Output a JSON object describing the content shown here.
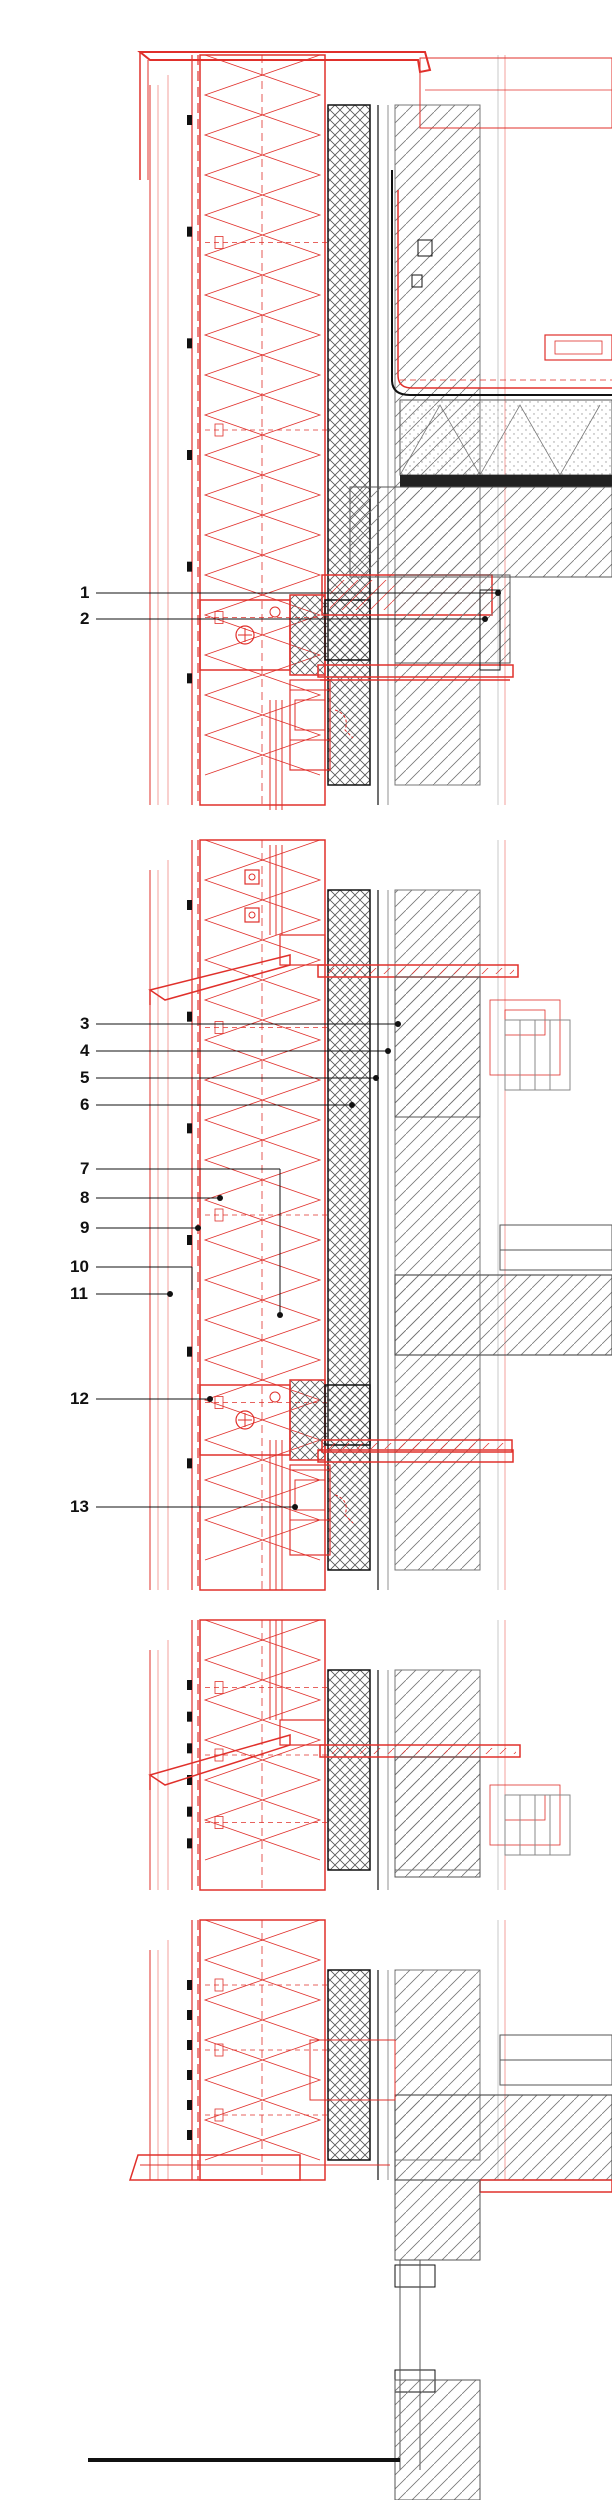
{
  "colors": {
    "red": "#e0302b",
    "red_light": "#f08a86",
    "black": "#111111",
    "gray": "#777777",
    "light_gray": "#bbbbbb",
    "background": "#ffffff"
  },
  "callouts": [
    {
      "id": "1",
      "label": "1"
    },
    {
      "id": "2",
      "label": "2"
    },
    {
      "id": "3",
      "label": "3"
    },
    {
      "id": "4",
      "label": "4"
    },
    {
      "id": "5",
      "label": "5"
    },
    {
      "id": "6",
      "label": "6"
    },
    {
      "id": "7",
      "label": "7"
    },
    {
      "id": "8",
      "label": "8"
    },
    {
      "id": "9",
      "label": "9"
    },
    {
      "id": "10",
      "label": "10"
    },
    {
      "id": "11",
      "label": "11"
    },
    {
      "id": "12",
      "label": "12"
    },
    {
      "id": "13",
      "label": "13"
    }
  ]
}
